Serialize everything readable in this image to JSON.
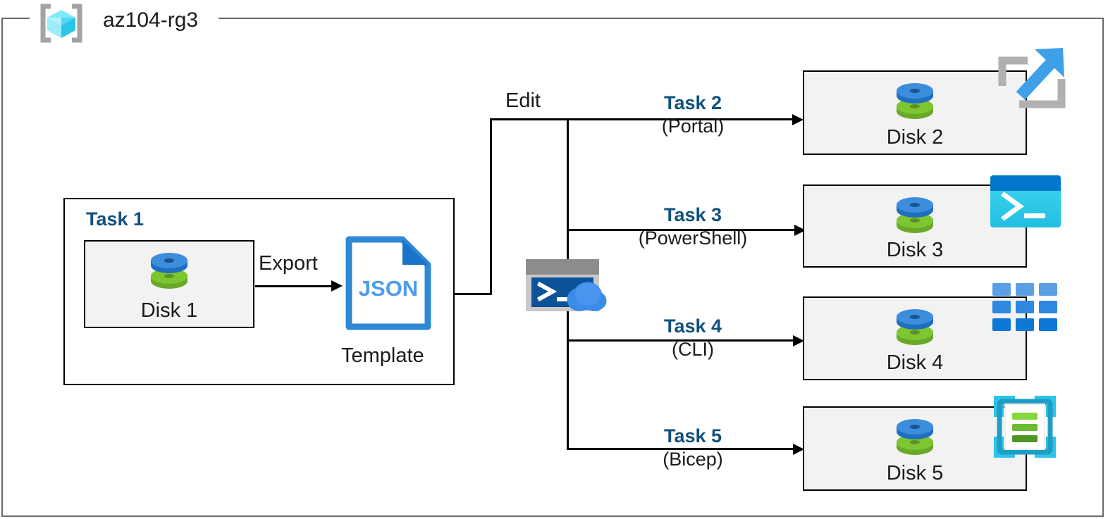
{
  "diagram": {
    "resource_group": {
      "name": "az104-rg3",
      "icon": "azure-resource-group-icon"
    },
    "task1": {
      "title": "Task 1",
      "disk": {
        "label": "Disk 1",
        "icon": "managed-disk-icon"
      },
      "export_label": "Export",
      "template": {
        "file_type": "JSON",
        "caption": "Template",
        "icon": "json-file-icon"
      }
    },
    "edit_label": "Edit",
    "cloud_shell": {
      "icon": "cloud-shell-icon"
    },
    "branches": [
      {
        "task": "Task 2",
        "tool": "(Portal)",
        "disk_label": "Disk 2",
        "tool_icon": "azure-portal-icon",
        "disk_icon": "managed-disk-icon"
      },
      {
        "task": "Task 3",
        "tool": "(PowerShell)",
        "disk_label": "Disk 3",
        "tool_icon": "powershell-icon",
        "disk_icon": "managed-disk-icon"
      },
      {
        "task": "Task 4",
        "tool": "(CLI)",
        "disk_label": "Disk 4",
        "tool_icon": "azure-cli-grid-icon",
        "disk_icon": "managed-disk-icon"
      },
      {
        "task": "Task 5",
        "tool": "(Bicep)",
        "disk_label": "Disk 5",
        "tool_icon": "bicep-icon",
        "disk_icon": "managed-disk-icon"
      }
    ],
    "colors": {
      "task_text": "#12517d",
      "body_text": "#1b1b1b",
      "box_fill": "#f2f2f2",
      "box_stroke": "#000000",
      "frame_stroke": "#6a6a6a",
      "disk_blue": "#3c8ddc",
      "disk_green": "#7ab929",
      "json_blue": "#2f88d4",
      "cloud_blue": "#3b8ce8",
      "powershell_cyan": "#2fc5e8",
      "cli_blue": "#3a8dde",
      "bicep_cyan": "#30c3e8",
      "bicep_green": "#76c13a"
    }
  }
}
